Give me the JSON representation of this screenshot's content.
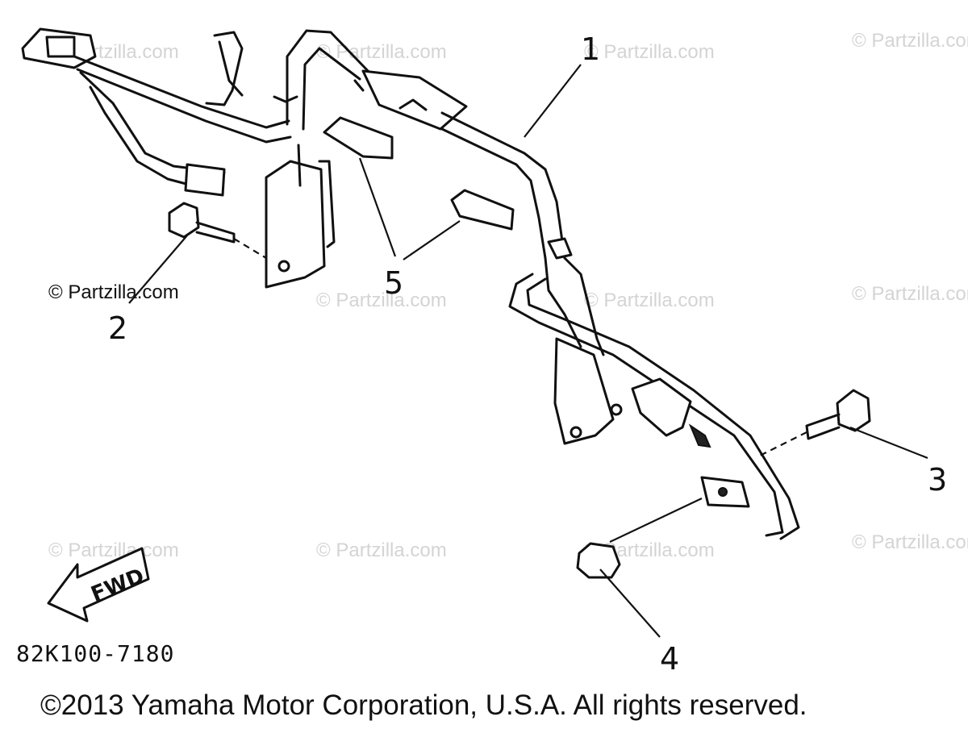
{
  "watermark_text": "© Partzilla.com",
  "callouts": {
    "part_1": "1",
    "part_2": "2",
    "part_3": "3",
    "part_4": "4",
    "part_5": "5"
  },
  "direction_badge": "FWD",
  "diagram_code": "82K100-7180",
  "copyright": "©2013 Yamaha Motor Corporation, U.S.A. All rights reserved."
}
